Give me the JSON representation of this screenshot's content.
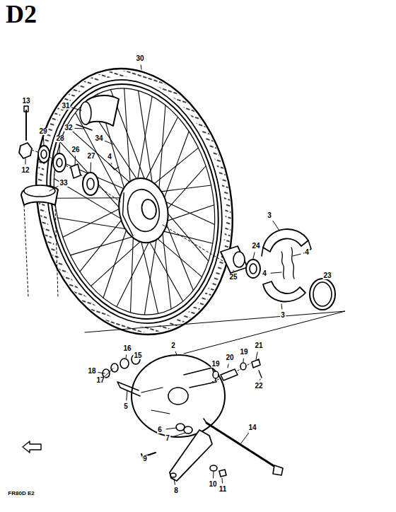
{
  "diagram": {
    "title": "D2",
    "labels": [
      "30",
      "13",
      "31",
      "29",
      "32",
      "28",
      "34",
      "26",
      "27",
      "4",
      "12",
      "33",
      "3",
      "24",
      "4",
      "4",
      "25",
      "23",
      "3",
      "2",
      "16",
      "15",
      "21",
      "18",
      "19",
      "20",
      "19",
      "17",
      "22",
      "5",
      "14",
      "6",
      "7",
      "9",
      "10",
      "11",
      "8",
      "FR80D E2"
    ]
  }
}
